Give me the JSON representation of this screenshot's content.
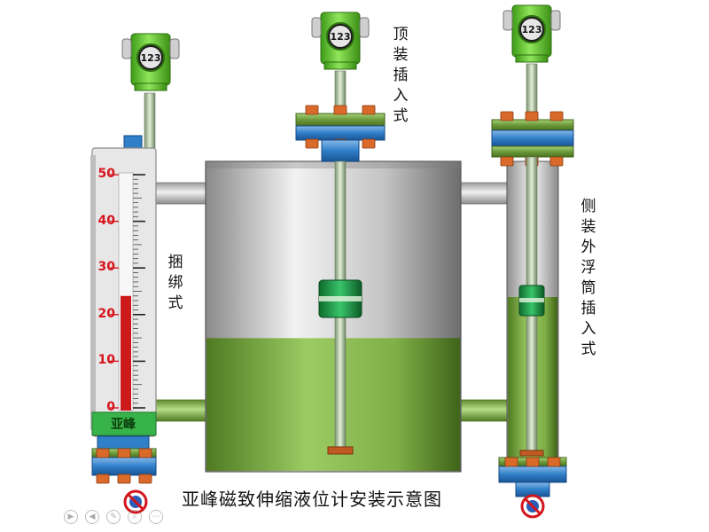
{
  "labels": {
    "top_mount": "顶装插入式",
    "strap_mount": "捆绑式",
    "side_mount": "侧装外浮筒插入式"
  },
  "caption": "亚峰磁致伸缩液位计安装示意图",
  "brand": "亚峰",
  "transmitter_display": "123",
  "scale": {
    "ticks": [
      "50",
      "40",
      "30",
      "20",
      "10",
      "0"
    ],
    "max": 50,
    "level": 24
  },
  "tank_liquid_fraction": 0.43,
  "toolbar_icons": [
    "play-icon",
    "back-icon",
    "pen-icon",
    "search-icon",
    "more-icon"
  ],
  "colors": {
    "transmitter": "#6bd434",
    "flange_blue": "#2f7fc9",
    "bolt_orange": "#d96a2a",
    "liquid": "#8cbd50",
    "tank_gray": "#b9b9b9",
    "scale_red": "#cc1a1a",
    "plate_green": "#37b34a"
  }
}
